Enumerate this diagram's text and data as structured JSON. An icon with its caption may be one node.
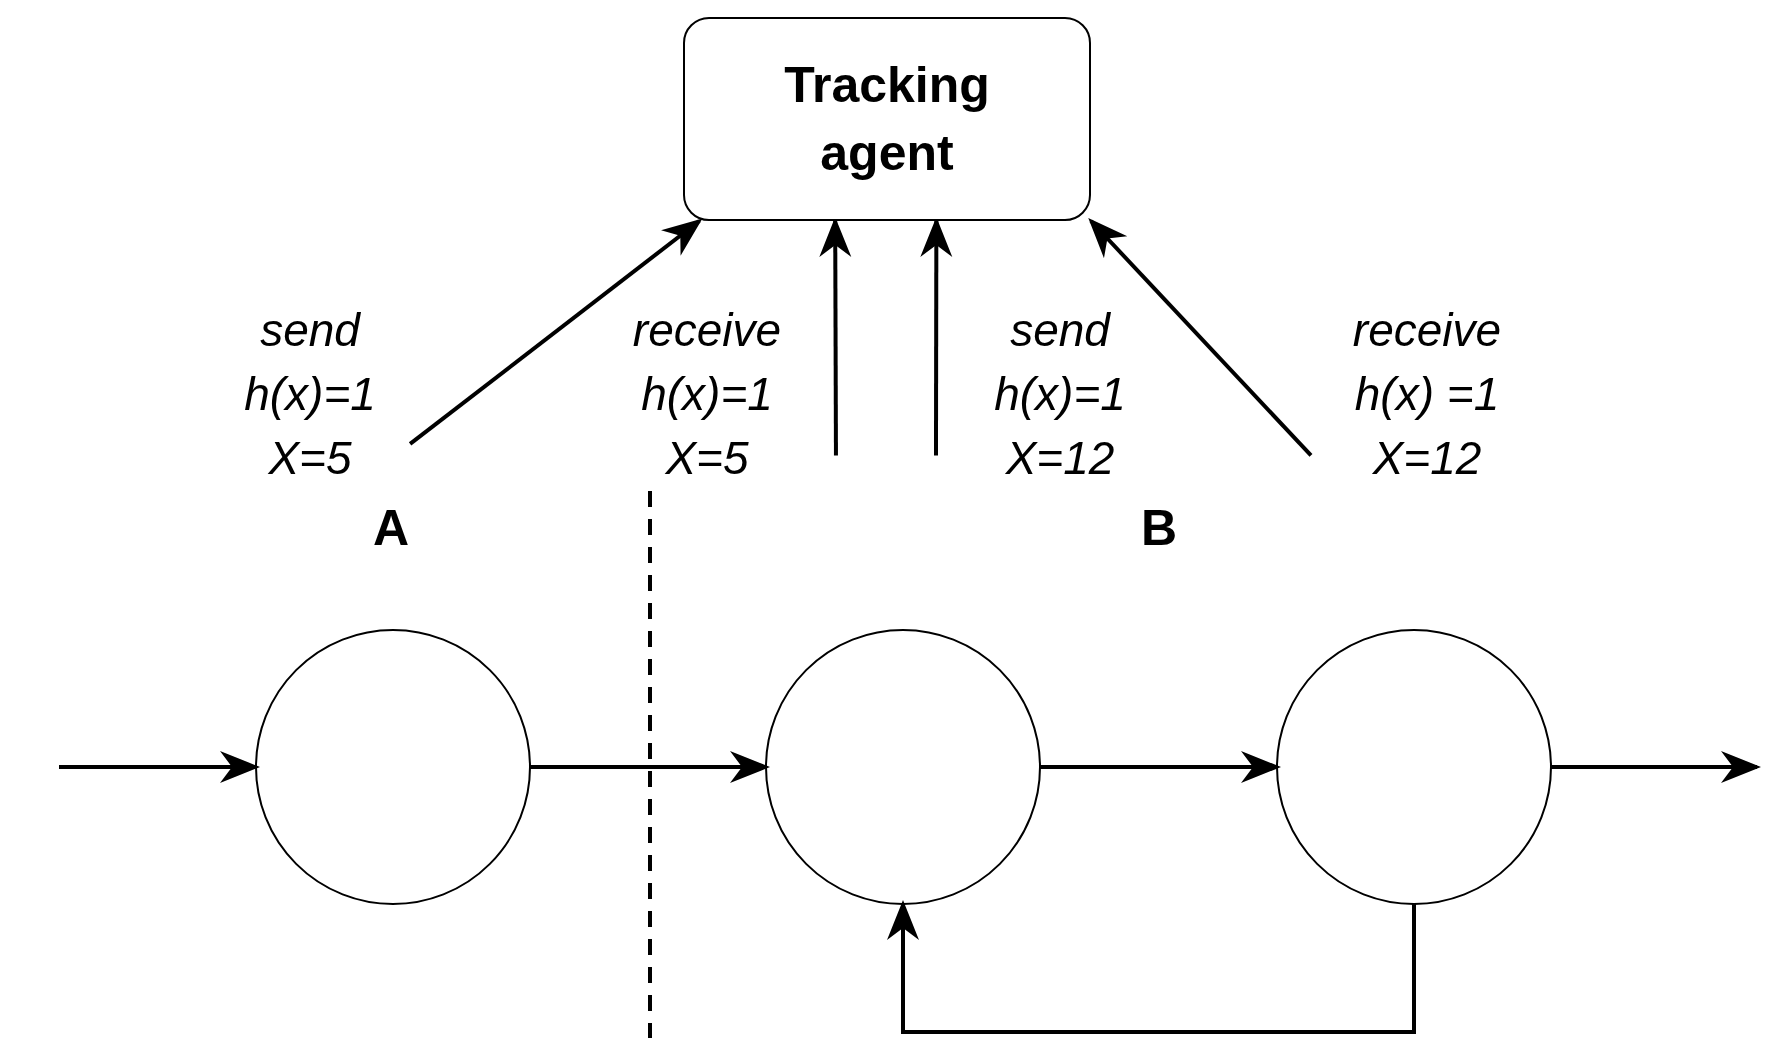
{
  "diagram": {
    "nodes": [
      {
        "text": [
          "Tracking agent"
        ]
      },
      {
        "text": [
          "send h(x)=1 X=5"
        ]
      },
      {
        "text": [
          "receive h(x)=1 X=5"
        ]
      },
      {
        "text": [
          "send h(x)=1 X=12"
        ]
      },
      {
        "text": [
          "receive h(x) =1 X=12"
        ]
      },
      {
        "text": [],
        "shape": "circle"
      },
      {
        "text": [],
        "shape": "circle"
      },
      {
        "text": [],
        "shape": "circle"
      }
    ],
    "edges": [
      {
        "from": 1,
        "to": 0,
        "arrow": "to"
      },
      {
        "from": 2,
        "to": 0,
        "arrow": "to"
      },
      {
        "from": 3,
        "to": 0,
        "arrow": "to"
      },
      {
        "from": 4,
        "to": 0,
        "arrow": "to"
      },
      {
        "from": null,
        "to": 5,
        "arrow": "to"
      },
      {
        "from": 5,
        "to": 6,
        "arrow": "to"
      },
      {
        "from": 6,
        "to": 7,
        "arrow": "to"
      },
      {
        "from": 7,
        "to": null,
        "arrow": "to"
      },
      {
        "from": 7,
        "to": 6,
        "arrow": "to"
      }
    ],
    "labels": [
      "A",
      "B"
    ]
  }
}
